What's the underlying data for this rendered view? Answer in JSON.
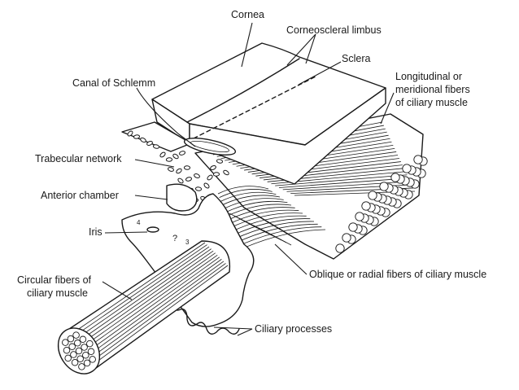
{
  "labels": {
    "cornea": "Cornea",
    "corneoscleral_limbus": "Corneoscleral limbus",
    "sclera": "Sclera",
    "canal_of_schlemm": "Canal of Schlemm",
    "longitudinal_line1": "Longitudinal or",
    "longitudinal_line2": "meridional fibers",
    "longitudinal_line3": "of ciliary muscle",
    "trabecular_network": "Trabecular network",
    "anterior_chamber": "Anterior chamber",
    "iris": "Iris",
    "circular_line1": "Circular fibers of",
    "circular_line2": "ciliary muscle",
    "oblique_radial": "Oblique or radial fibers of ciliary muscle",
    "ciliary_processes": "Ciliary processes"
  },
  "colors": {
    "ink": "#1a1a1a",
    "paper": "#ffffff"
  }
}
